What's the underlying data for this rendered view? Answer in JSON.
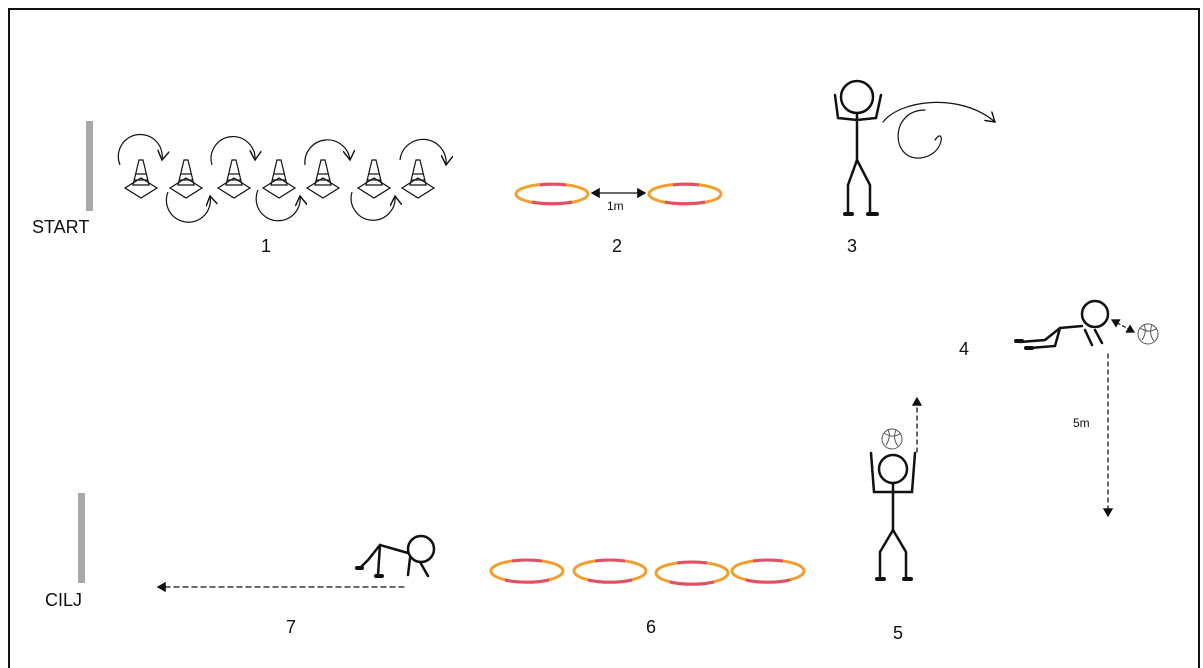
{
  "labels": {
    "start": "START",
    "finish": "CILJ",
    "stations": [
      "1",
      "2",
      "3",
      "4",
      "5",
      "6",
      "7"
    ],
    "distance_hoops": "1m",
    "distance_ball": "5m"
  },
  "icons": [
    "cone-icon",
    "rotation-arrow-icon",
    "hoop-icon",
    "stick-figure-icon",
    "volleyball-icon",
    "dashed-arrow-icon"
  ],
  "colors": {
    "hoop_orange": "#f0a030",
    "hoop_pink": "#e0506a",
    "bar_gray": "#a8a8a8",
    "ink": "#111111"
  }
}
